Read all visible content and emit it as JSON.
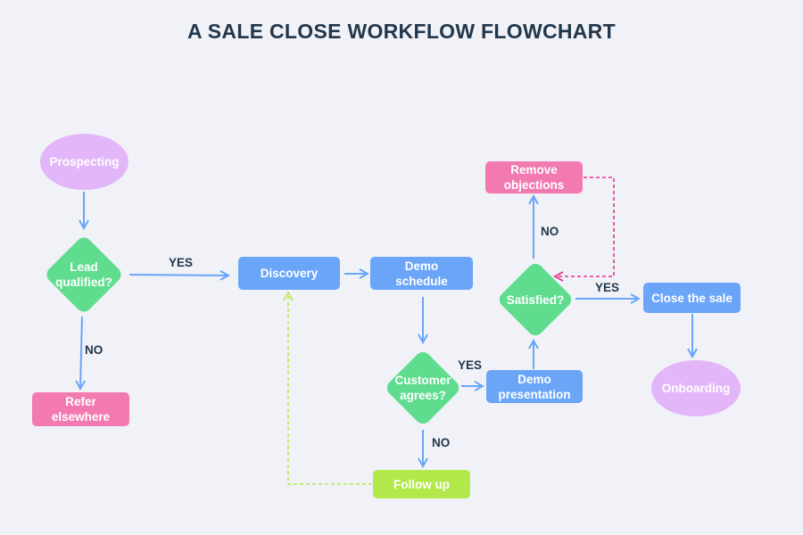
{
  "title": "A SALE CLOSE WORKFLOW FLOWCHART",
  "colors": {
    "process": "#6aa5f8",
    "decision": "#5fdc8e",
    "alert": "#f27ab0",
    "follow_up": "#b3e84a",
    "terminal": "#e2b6f8",
    "arrow": "#6aa5f8",
    "dashed_green": "#b3e84a",
    "dashed_pink": "#e8318a",
    "text_dark": "#22374b"
  },
  "nodes": {
    "prospecting": "Prospecting",
    "lead_qualified": "Lead qualified?",
    "refer_elsewhere": "Refer elsewhere",
    "discovery": "Discovery",
    "demo_schedule": "Demo schedule",
    "customer_agrees": "Customer agrees?",
    "follow_up": "Follow up",
    "demo_presentation": "Demo presentation",
    "satisfied": "Satisfied?",
    "remove_objections": "Remove objections",
    "close_the_sale": "Close the sale",
    "onboarding": "Onboarding"
  },
  "edge_labels": {
    "lead_yes": "YES",
    "lead_no": "NO",
    "customer_yes": "YES",
    "customer_no": "NO",
    "satisfied_no": "NO",
    "satisfied_yes": "YES"
  }
}
